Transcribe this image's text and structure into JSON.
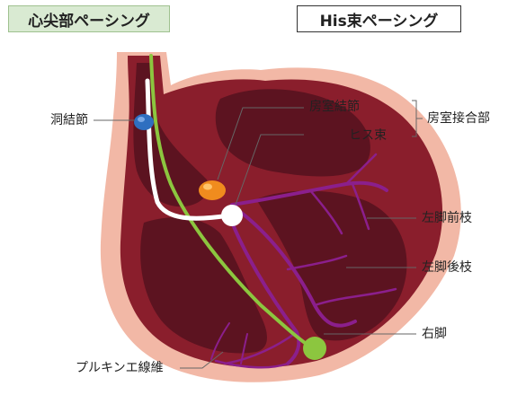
{
  "tags": {
    "apical_pacing": "心尖部ペーシング",
    "his_pacing": "His束ペーシング"
  },
  "labels": {
    "sinus_node": "洞結節",
    "av_node": "房室結節",
    "his_bundle": "ヒス束",
    "av_junction": "房室接合部",
    "left_anterior_fascicle": "左脚前枝",
    "left_posterior_fascicle": "左脚後枝",
    "right_bundle_branch": "右脚",
    "purkinje_fibers": "プルキンエ線維"
  },
  "colors": {
    "outer_wall": "#f2b8a6",
    "muscle": "#8a1e2c",
    "chamber": "#5c1320",
    "purple_conduction": "#8b1f8c",
    "green_lead": "#8cc63f",
    "white_lead": "#ffffff",
    "sinus_node": "#2f6fc0",
    "av_node": "#f08c1e"
  }
}
